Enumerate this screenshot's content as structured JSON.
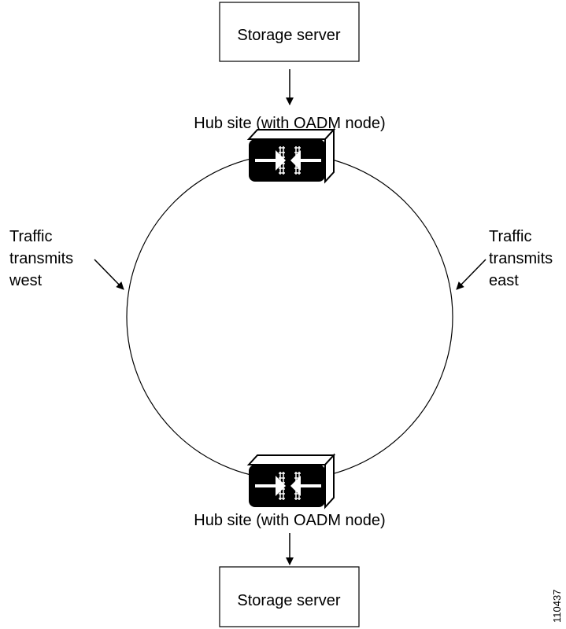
{
  "diagram": {
    "top_server": {
      "label": "Storage server"
    },
    "top_hub": {
      "label": "Hub site (with OADM node)"
    },
    "bottom_hub": {
      "label": "Hub site (with OADM node)"
    },
    "bottom_server": {
      "label": "Storage server"
    },
    "west_note": {
      "lines": [
        "Traffic",
        "transmits",
        "west"
      ]
    },
    "east_note": {
      "lines": [
        "Traffic",
        "transmits",
        "east"
      ]
    },
    "figure_id": "110437"
  },
  "colors": {
    "line": "#000000",
    "background": "#ffffff",
    "node_fill": "#000000",
    "node_symbol": "#ffffff"
  }
}
